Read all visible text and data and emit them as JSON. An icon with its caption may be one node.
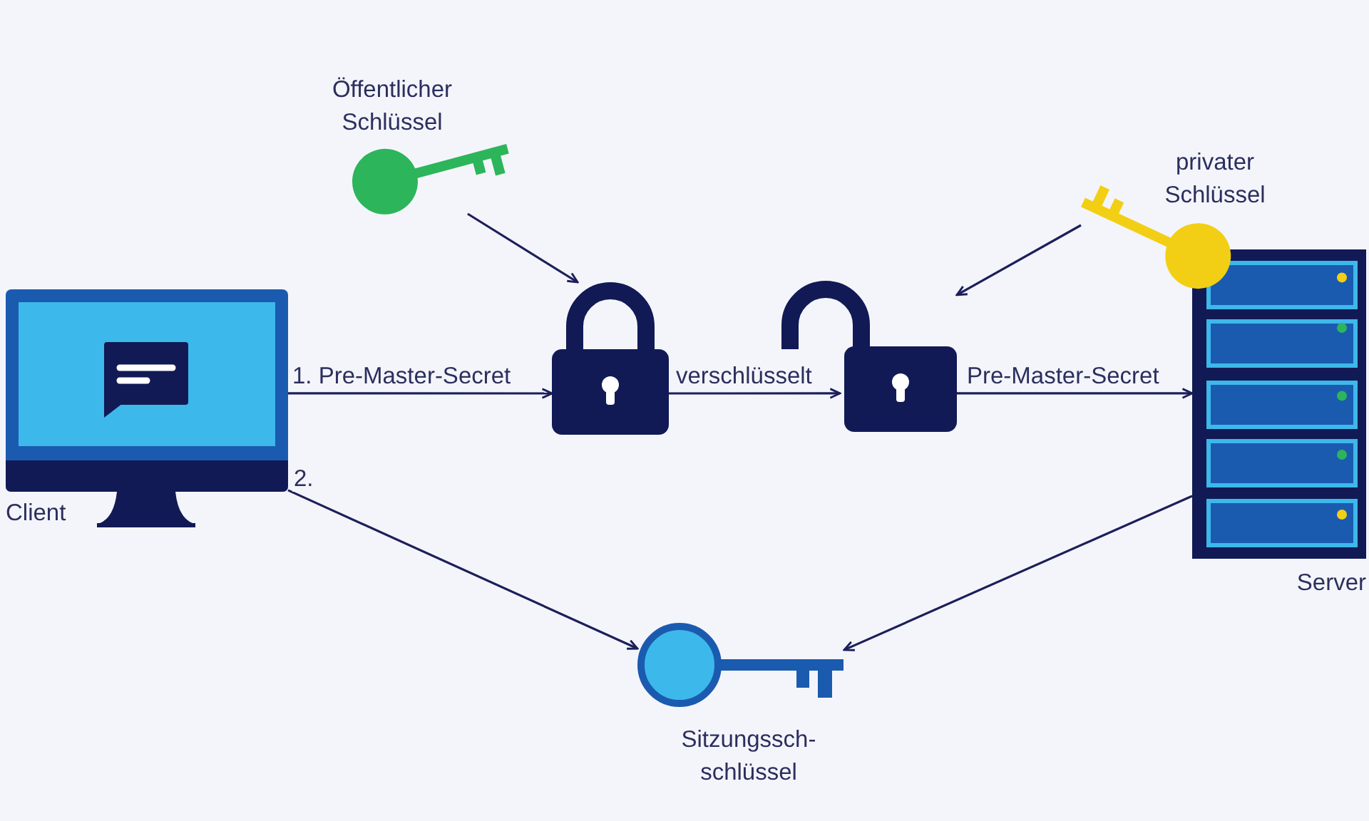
{
  "diagram": {
    "nodes": [
      {
        "text": [
          "Öffentlicher Schlüssel"
        ]
      },
      {
        "text": [
          "privater Schlüssel"
        ]
      },
      {
        "text": [
          "Client"
        ]
      },
      {
        "text": [],
        "shape": "picture"
      },
      {
        "text": [],
        "shape": "picture"
      },
      {
        "text": [
          "Server"
        ]
      },
      {
        "text": [
          "Sitzungssch- schlüssel"
        ]
      }
    ],
    "edges": [
      {
        "from": 0,
        "to": 3,
        "arrow": "to"
      },
      {
        "from": 2,
        "to": 3,
        "arrow": "to",
        "label": "1. Pre-Master-Secret"
      },
      {
        "from": 3,
        "to": 4,
        "arrow": "to",
        "label": "verschlüsselt"
      },
      {
        "from": 1,
        "to": 4,
        "arrow": "to"
      },
      {
        "from": 4,
        "to": 5,
        "arrow": "to",
        "label": "Pre-Master-Secret"
      },
      {
        "from": 2,
        "to": 6,
        "arrow": "to",
        "label": "2."
      },
      {
        "from": 5,
        "to": 6,
        "arrow": "to"
      }
    ]
  }
}
